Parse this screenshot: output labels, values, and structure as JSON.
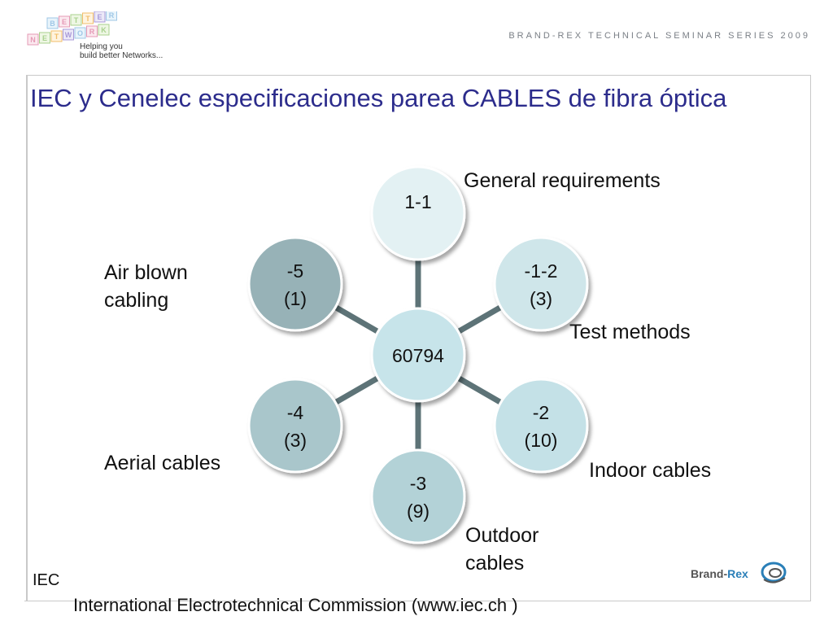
{
  "header": {
    "logo_letters": [
      "B",
      "E",
      "T",
      "T",
      "E",
      "R",
      "N",
      "E",
      "T",
      "W",
      "O",
      "R",
      "K"
    ],
    "logo_tagline_1": "Helping you",
    "logo_tagline_2": "build better Networks...",
    "series": "BRAND-REX TECHNICAL SEMINAR SERIES 2009"
  },
  "slide": {
    "title": "IEC y Cenelec especificaciones parea CABLES de fibra óptica"
  },
  "diagram": {
    "center": "60794",
    "nodes": {
      "n1": {
        "line1": "1-1",
        "line2": "",
        "color": "#e3f1f3"
      },
      "n2": {
        "line1": "-1-2",
        "line2": "(3)",
        "color": "#cfe6ea"
      },
      "n3": {
        "line1": "-2",
        "line2": "(10)",
        "color": "#c4e1e7"
      },
      "n4": {
        "line1": "-3",
        "line2": "(9)",
        "color": "#b3d2d7"
      },
      "n5": {
        "line1": "-4",
        "line2": "(3)",
        "color": "#a9c6cb"
      },
      "n6": {
        "line1": "-5",
        "line2": "(1)",
        "color": "#97b2b7"
      }
    },
    "labels": {
      "general": "General requirements",
      "test": "Test methods",
      "indoor": "Indoor cables",
      "outdoor_1": "Outdoor",
      "outdoor_2": "cables",
      "aerial": "Aerial cables",
      "air_1": "Air blown",
      "air_2": "cabling"
    }
  },
  "footer": {
    "line1": "IEC",
    "line2": "International Electrotechnical Commission  (www.iec.ch )"
  },
  "brand": {
    "name_1": "Brand-",
    "name_2": "Rex"
  },
  "colors": {
    "title": "#2c2c8c",
    "connector": "#5d7377",
    "center": "#c7e4ea"
  }
}
